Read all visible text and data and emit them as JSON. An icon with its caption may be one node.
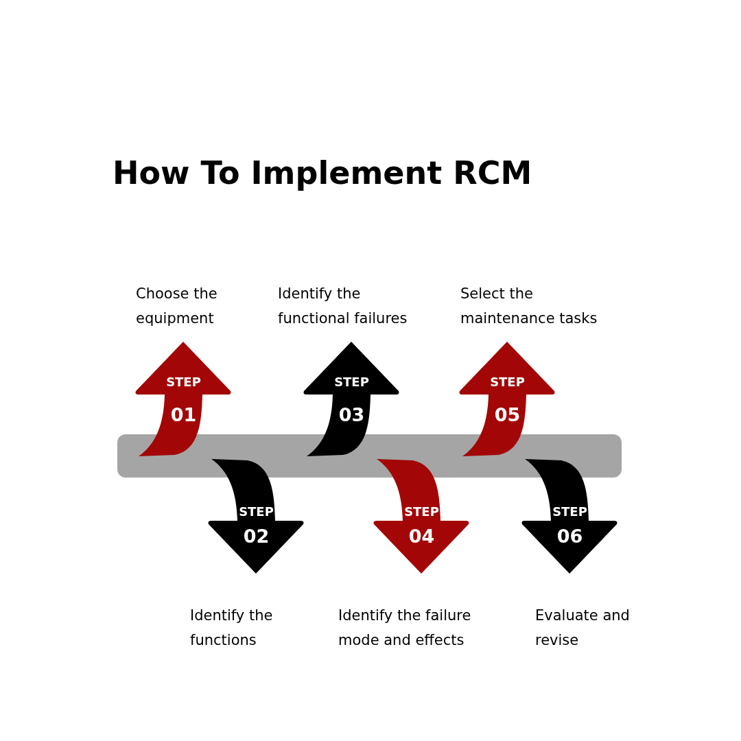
{
  "diagram": {
    "title": "How To Implement RCM",
    "nodes": [
      {
        "text": [
          "STEP",
          "01"
        ],
        "beside": [
          "Choose the equipment"
        ]
      },
      {
        "text": [
          "STEP",
          "02"
        ],
        "beside": [
          "Identify the functions"
        ]
      },
      {
        "text": [
          "STEP",
          "03"
        ],
        "beside": [
          "Identify the functional failures"
        ]
      },
      {
        "text": [
          "STEP",
          "04"
        ],
        "beside": [
          "Identify the failure mode and effects"
        ]
      },
      {
        "text": [
          "STEP",
          "05"
        ],
        "beside": [
          "Select the maintenance tasks"
        ]
      },
      {
        "text": [
          "STEP",
          "06"
        ],
        "beside": [
          "Evaluate and revise"
        ]
      },
      {
        "text": [],
        "shape": "bar"
      }
    ]
  }
}
